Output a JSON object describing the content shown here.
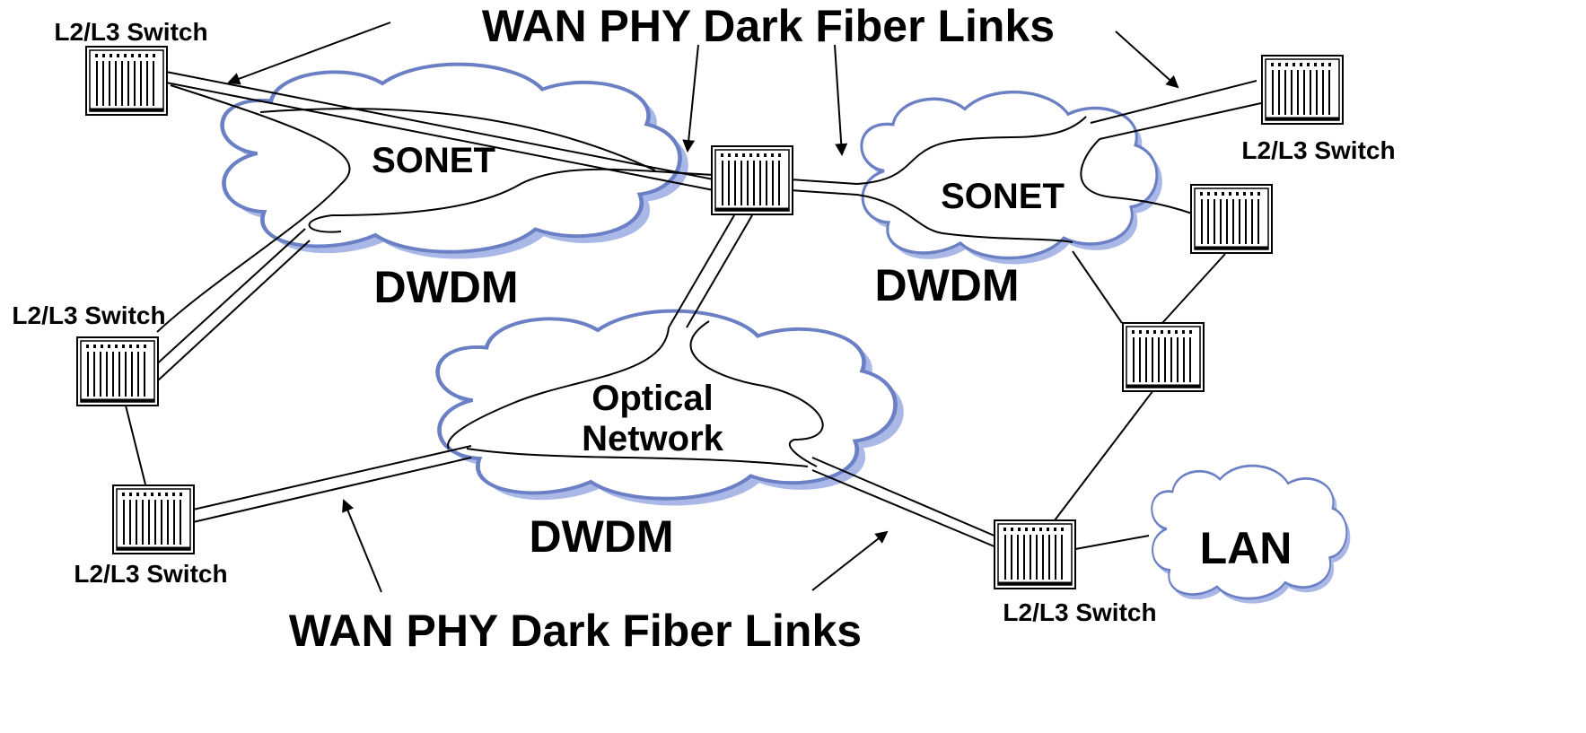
{
  "labels": {
    "switch": "L2/L3 Switch",
    "sonet": "SONET",
    "dwdm": "DWDM",
    "optical_line1": "Optical",
    "optical_line2": "Network",
    "lan": "LAN",
    "fiber_links": "WAN PHY Dark Fiber Links"
  },
  "colors": {
    "cloud_outline": "#6b7fc4",
    "cloud_shadow": "#a9b8e6",
    "line": "#000000",
    "background": "#ffffff"
  }
}
